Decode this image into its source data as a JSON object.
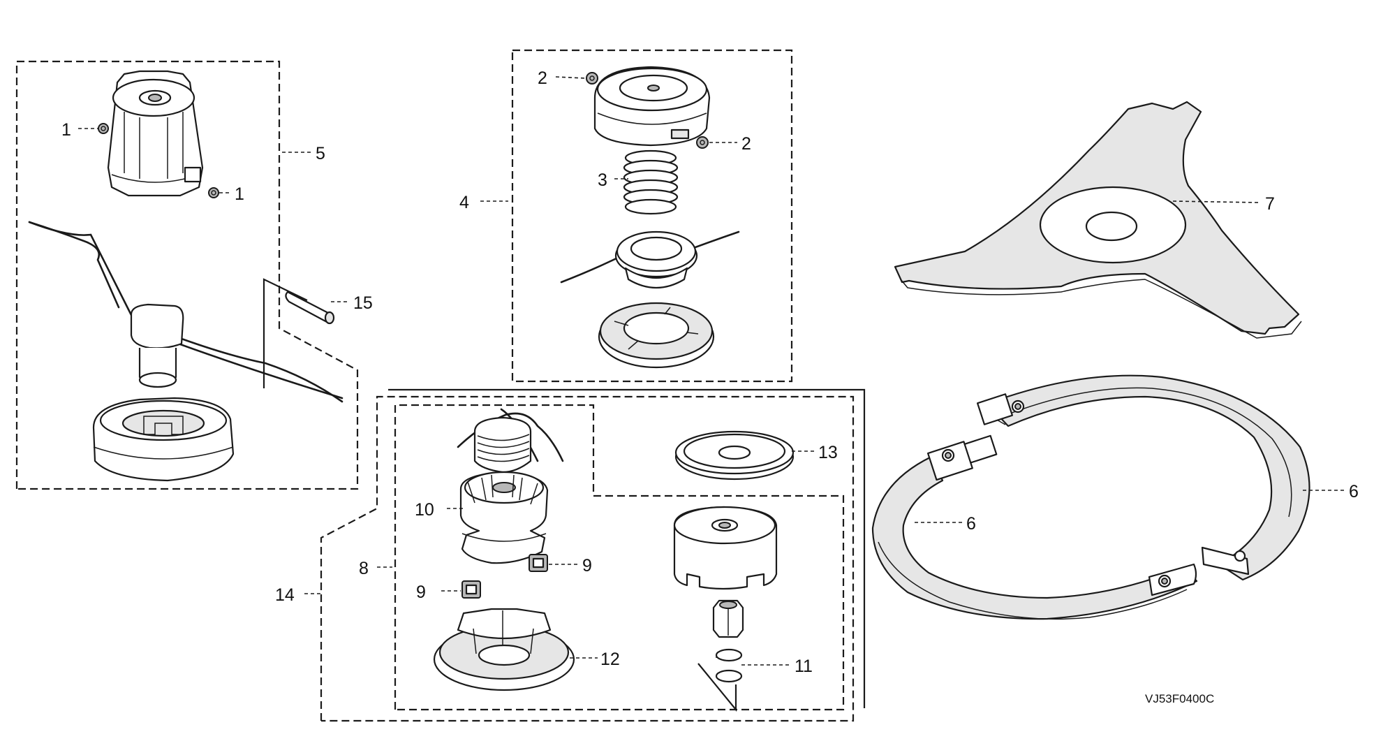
{
  "drawing_code": "VJ53F0400C",
  "callouts": {
    "c1a": "1",
    "c1b": "1",
    "c2a": "2",
    "c2b": "2",
    "c3": "3",
    "c4": "4",
    "c5": "5",
    "c6a": "6",
    "c6b": "6",
    "c7": "7",
    "c8": "8",
    "c9a": "9",
    "c9b": "9",
    "c10": "10",
    "c11": "11",
    "c12": "12",
    "c13": "13",
    "c14": "14",
    "c15": "15"
  },
  "icons": [
    "spool-housing-icon",
    "nylon-line-icon",
    "pin-icon",
    "spool-base-icon",
    "cap-icon",
    "spring-icon",
    "spool-icon",
    "base-plate-icon",
    "three-tooth-blade-icon",
    "blade-guard-half-icon",
    "coil-spring-icon",
    "line-spool-icon",
    "eyelet-icon",
    "base-cover-icon",
    "washer-icon",
    "outer-cover-icon",
    "nut-icon",
    "o-ring-icon"
  ]
}
